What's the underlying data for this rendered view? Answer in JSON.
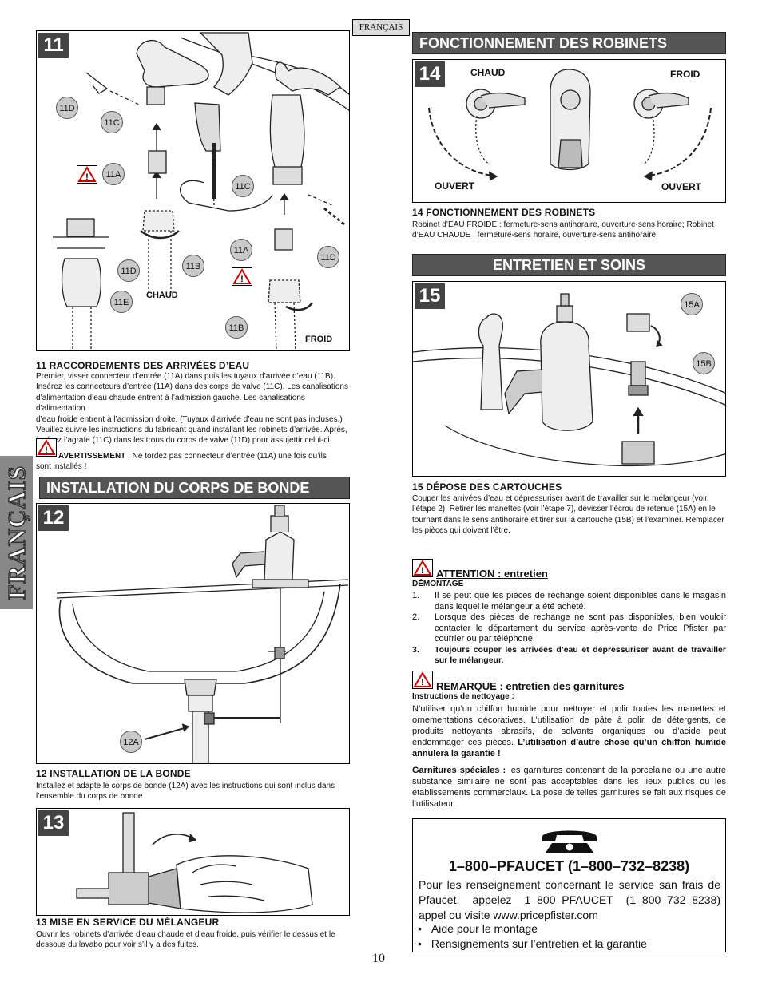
{
  "header": {
    "language_tab": "FRANÇAIS"
  },
  "side_tab": "FRANÇAIS",
  "page_number": "10",
  "step11": {
    "number": "11",
    "callouts": {
      "c11d_left": "11D",
      "c11c_left": "11C",
      "c11a_left": "11A",
      "c11c_right": "11C",
      "c11d_low": "11D",
      "c11b_left": "11B",
      "c11e": "11E",
      "c11a_right": "11A",
      "c11d_right": "11D",
      "c11b_right": "11B"
    },
    "labels": {
      "hot": "CHAUD",
      "cold": "FROID"
    },
    "caption_title": "11  RACCORDEMENTS DES ARRIVÉES D’EAU",
    "caption_lines": [
      "Premier, visser connecteur d’entrée (11A) dans puis les tuyaux d’arrivée d’eau (11B).",
      "Insérez les connecteurs d’entrée (11A) dans des corps de valve (11C). Les canalisations",
      "d’alimentation d’eau chaude entrent à l’admission gauche. Les canalisations d’alimentation",
      "d’eau froide entrent à l’admission droite. (Tuyaux d’arrivée d’eau ne sont pas incluses.)",
      "Veuillez suivre les instructions du fabricant quand installant les robinets d’arrivée. Après,",
      "insérez l’agrafe (11C) dans les trous du corps de valve (11D) pour assujettir celui-ci."
    ],
    "warning_label": "AVERTISSEMENT",
    "warning_text_1": " : Ne tordez pas connecteur d’entrée (11A) une fois qu’ils",
    "warning_text_2": "sont installés !"
  },
  "section_drain": {
    "title": "INSTALLATION DU CORPS DE BONDE"
  },
  "step12": {
    "number": "12",
    "callout": "12A",
    "caption_title": "12  INSTALLATION DE LA BONDE",
    "caption_lines": [
      "Installez et adapte le corps de bonde (12A) avec les instructions qui sont inclus dans",
      "l’ensemble du corps de bonde."
    ]
  },
  "step13": {
    "number": "13",
    "caption_title": "13  MISE EN SERVICE DU MÉLANGEUR",
    "caption_lines": [
      "Ouvrir les robinets d’arrivée d’eau chaude et d’eau froide, puis vérifier le dessus et le",
      "dessous du lavabo pour voir s’il y a des fuites."
    ]
  },
  "section_operation": {
    "title": "FONCTIONNEMENT DES ROBINETS"
  },
  "step14": {
    "number": "14",
    "labels": {
      "hot": "CHAUD",
      "cold": "FROID",
      "open_left": "OUVERT",
      "open_right": "OUVERT"
    },
    "caption_title": "14  FONCTIONNEMENT DES ROBINETS",
    "caption_lines": [
      "Robinet d’EAU FROIDE : fermeture-sens antihoraire, ouverture-sens horaire; Robinet",
      "d’EAU CHAUDE : fermeture-sens horaire, ouverture-sens antihoraire."
    ]
  },
  "section_care": {
    "title": "ENTRETIEN ET SOINS"
  },
  "step15": {
    "number": "15",
    "callouts": {
      "c15a": "15A",
      "c15b": "15B"
    },
    "caption_title": "15  DÉPOSE DES CARTOUCHES",
    "caption_lines": [
      "Couper les arrivées d’eau et dépressuriser avant de travailler sur le mélangeur (voir",
      "l’étape 2). Retirer les manettes (voir l’étape 7), dévisser l’écrou de retenue (15A) en le",
      "tournant dans le sens antihoraire et tirer sur la cartouche (15B) et l’examiner. Remplacer",
      "les pièces qui doivent l’être."
    ]
  },
  "attention": {
    "title": "ATTENTION : entretien",
    "subtitle": "DÉMONTAGE",
    "items": [
      {
        "n": "1.",
        "text": "Il se peut que les pièces de rechange soient disponibles dans le magasin dans lequel le mélangeur a été acheté."
      },
      {
        "n": "2.",
        "text": "Lorsque des pièces de rechange ne sont pas disponibles, bien vouloir contacter le département du service après-vente de Price Pfister par courrier ou par téléphone."
      },
      {
        "n": "3.",
        "text": "Toujours couper les arrivées d’eau et dépressuriser avant de travailler sur le mélangeur."
      }
    ]
  },
  "remarque": {
    "title": "REMARQUE : entretien des garnitures",
    "subtitle": "Instructions de nettoyage :",
    "text": "N’utiliser qu’un chiffon humide pour nettoyer et polir toutes les manettes et ornementations décoratives. L’utilisation de pâte à polir, de détergents, de produits nettoyants abrasifs, de solvants organiques ou d’acide peut endommager ces pièces. ",
    "text_bold": "L’utilisation d’autre chose qu’un chiffon humide annulera la garantie !",
    "special_label": "Garnitures spéciales :",
    "special_text": " les garnitures contenant de la porcelaine ou une autre substance similaire ne sont pas acceptables dans les lieux publics ou les établissements commerciaux. La pose de telles garnitures se fait aux risques de l’utilisateur."
  },
  "contact": {
    "phone_title": "1–800–PFAUCET (1–800–732–8238)",
    "text": "Pour les renseignement concernant le service san frais de Pfaucet, appelez 1–800–PFAUCET (1–800–732–8238) appel ou visite www.pricepfister.com",
    "bullets": [
      "Aide pour le montage",
      "Rensignements sur l’entretien et la garantie"
    ]
  }
}
